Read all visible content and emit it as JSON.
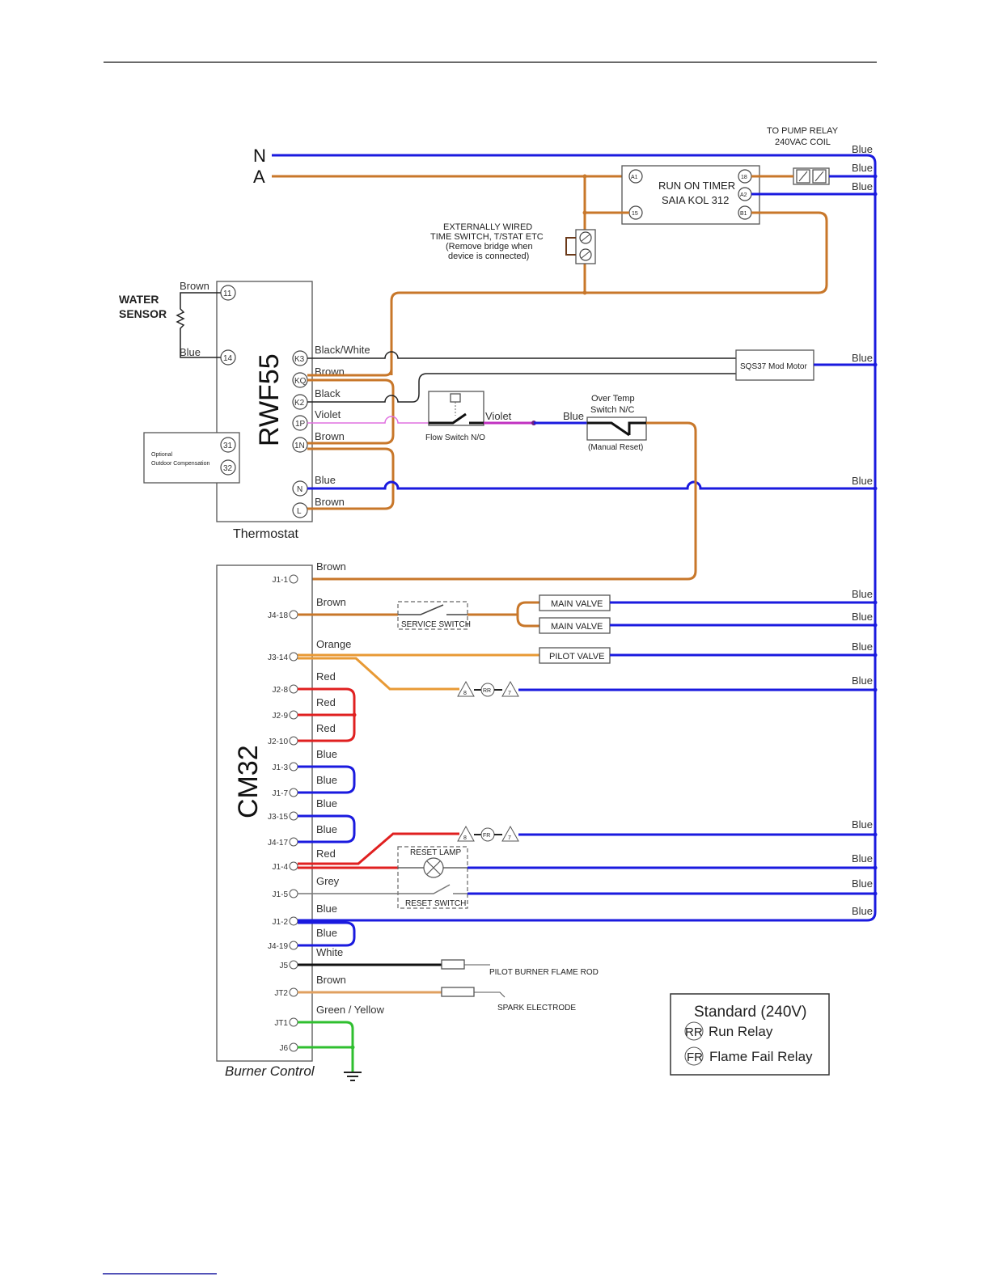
{
  "rails": {
    "neutral": "N",
    "active": "A"
  },
  "pump_relay": {
    "line1": "TO PUMP RELAY",
    "line2": "240VAC COIL"
  },
  "run_on_timer": {
    "line1": "RUN ON TIMER",
    "line2": "SAIA KOL 312",
    "terminals": [
      "A1",
      "15",
      "18",
      "A2",
      "B1"
    ]
  },
  "external_switch": {
    "lines": [
      "EXTERNALLY WIRED",
      "TIME SWITCH, T/STAT ETC",
      "(Remove bridge when",
      "device is connected)"
    ]
  },
  "water_sensor": {
    "line1": "WATER",
    "line2": "SENSOR",
    "wire_top": "Brown",
    "wire_bottom": "Blue"
  },
  "thermostat": {
    "model": "RWF55",
    "caption": "Thermostat",
    "left_terminals": [
      "11",
      "14",
      "31",
      "32"
    ],
    "right_terminals": [
      {
        "id": "K3",
        "wire": "Black/White"
      },
      {
        "id": "KQ",
        "wire": "Brown"
      },
      {
        "id": "K2",
        "wire": "Black"
      },
      {
        "id": "1P",
        "wire": "Violet"
      },
      {
        "id": "1N",
        "wire": "Brown"
      },
      {
        "id": "N",
        "wire": "Blue"
      },
      {
        "id": "L",
        "wire": "Brown"
      }
    ],
    "outdoor_comp": {
      "line1": "Optional",
      "line2": "Outdoor Compensation"
    }
  },
  "mod_motor": {
    "label": "SQS37 Mod Motor"
  },
  "flow_switch": {
    "label": "Flow Switch N/O",
    "wire_out": "Violet"
  },
  "over_temp": {
    "line1": "Over Temp",
    "line2": "Switch N/C",
    "note": "(Manual Reset)",
    "wire_in": "Blue"
  },
  "right_bus_labels": [
    "Blue",
    "Blue",
    "Blue",
    "Blue",
    "Blue",
    "Blue",
    "Blue",
    "Blue",
    "Blue",
    "Blue",
    "Blue",
    "Blue",
    "Blue"
  ],
  "burner_control": {
    "model": "CM32",
    "caption": "Burner Control",
    "terminals": [
      {
        "id": "J1-1",
        "wire": "Brown"
      },
      {
        "id": "J4-18",
        "wire": "Brown"
      },
      {
        "id": "J3-14",
        "wire": "Orange"
      },
      {
        "id": "J2-8",
        "wire": "Red"
      },
      {
        "id": "J2-9",
        "wire": "Red"
      },
      {
        "id": "J2-10",
        "wire": "Red"
      },
      {
        "id": "J1-3",
        "wire": "Blue"
      },
      {
        "id": "J1-7",
        "wire": "Blue"
      },
      {
        "id": "J3-15",
        "wire": "Blue"
      },
      {
        "id": "J4-17",
        "wire": "Blue"
      },
      {
        "id": "J1-4",
        "wire": "Red"
      },
      {
        "id": "J1-5",
        "wire": "Grey"
      },
      {
        "id": "J1-2",
        "wire": "Blue"
      },
      {
        "id": "J4-19",
        "wire": "Blue"
      },
      {
        "id": "J5",
        "wire": "White"
      },
      {
        "id": "JT2",
        "wire": "Brown"
      },
      {
        "id": "JT1",
        "wire": "Green / Yellow"
      },
      {
        "id": "J6",
        "wire": ""
      }
    ]
  },
  "components": {
    "service_switch": "SERVICE SWITCH",
    "main_valve_1": "MAIN VALVE",
    "main_valve_2": "MAIN VALVE",
    "pilot_valve": "PILOT VALVE",
    "reset_lamp": "RESET LAMP",
    "reset_switch": "RESET SWITCH",
    "flame_rod": "PILOT BURNER FLAME ROD",
    "spark_electrode": "SPARK ELECTRODE"
  },
  "relays": {
    "run_relay": {
      "code": "RR",
      "pin_in": "8",
      "pin_out": "7"
    },
    "flame_fail_relay": {
      "code": "FR",
      "pin_in": "8",
      "pin_out": "7"
    }
  },
  "legend": {
    "title": "Standard (240V)",
    "items": [
      {
        "code": "RR",
        "label": "Run Relay"
      },
      {
        "code": "FR",
        "label": "Flame Fail Relay"
      }
    ]
  }
}
